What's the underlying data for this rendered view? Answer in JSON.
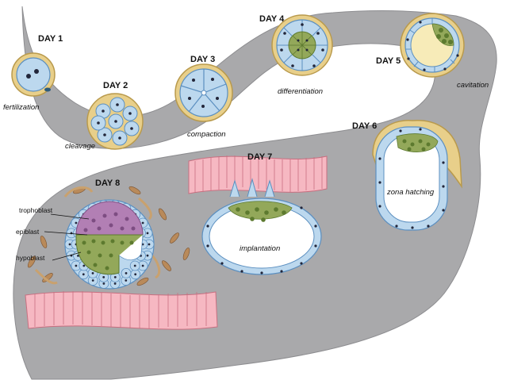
{
  "days": {
    "d1": "DAY 1",
    "d2": "DAY 2",
    "d3": "DAY 3",
    "d4": "DAY 4",
    "d5": "DAY 5",
    "d6": "DAY 6",
    "d7": "DAY 7",
    "d8": "DAY 8"
  },
  "stages": {
    "fertilization": "fertilization",
    "cleavage": "cleavage",
    "compaction": "compaction",
    "differentiation": "differentiation",
    "cavitation": "cavitation",
    "zona_hatching": "zona hatching",
    "implantation": "implantation"
  },
  "layers": {
    "trophoblast": "trophoblast",
    "epiblast": "epiblast",
    "hypoblast": "hypoblast"
  },
  "colors": {
    "path": "#a9a9ab",
    "zona": "#e8cf8a",
    "zona_stroke": "#b99a4c",
    "cell": "#bcd8ee",
    "cell_stroke": "#5b8fc0",
    "nucleus": "#22263a",
    "inner_mass": "#93a85a",
    "epiblast": "#b27fb4",
    "endometrium": "#f6b8c2",
    "endometrium_stroke": "#c86f80",
    "cavity": "#f7ebb8"
  }
}
